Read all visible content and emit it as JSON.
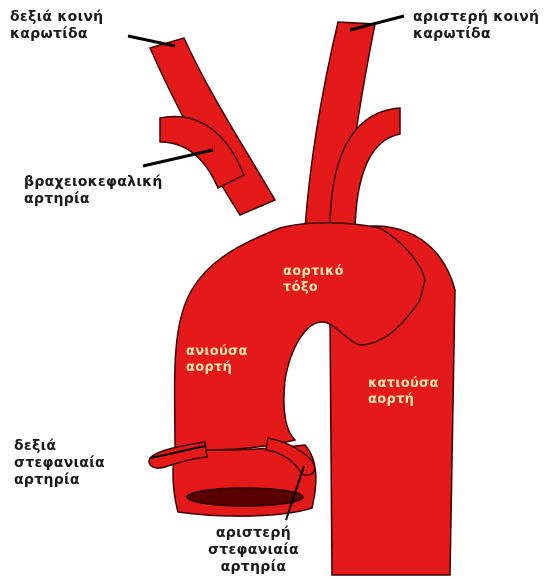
{
  "colors": {
    "vessel": "#e41a1a",
    "vessel_dark": "#3a0000",
    "lumen": "#5a0000",
    "leader": "#000000",
    "label_on_vessel": "#f6e6b0",
    "label_outside": "#1a1a1a"
  },
  "labels": {
    "right_common_carotid": [
      "δεξιά κοινή",
      "καρωτίδα"
    ],
    "left_common_carotid": [
      "αριστερή κοινή",
      "καρωτίδα"
    ],
    "brachiocephalic_artery": [
      "βραχειοκεφαλική",
      "αρτηρία"
    ],
    "aortic_arch": [
      "αορτικό",
      "τόξο"
    ],
    "ascending_aorta": [
      "ανιούσα",
      "αορτή"
    ],
    "descending_aorta": [
      "κατιούσα",
      "αορτή"
    ],
    "right_coronary_artery": [
      "δεξιά",
      "στεφανιαία",
      "αρτηρία"
    ],
    "left_coronary_artery": [
      "αριστερή",
      "στεφανιαία",
      "αρτηρία"
    ]
  }
}
